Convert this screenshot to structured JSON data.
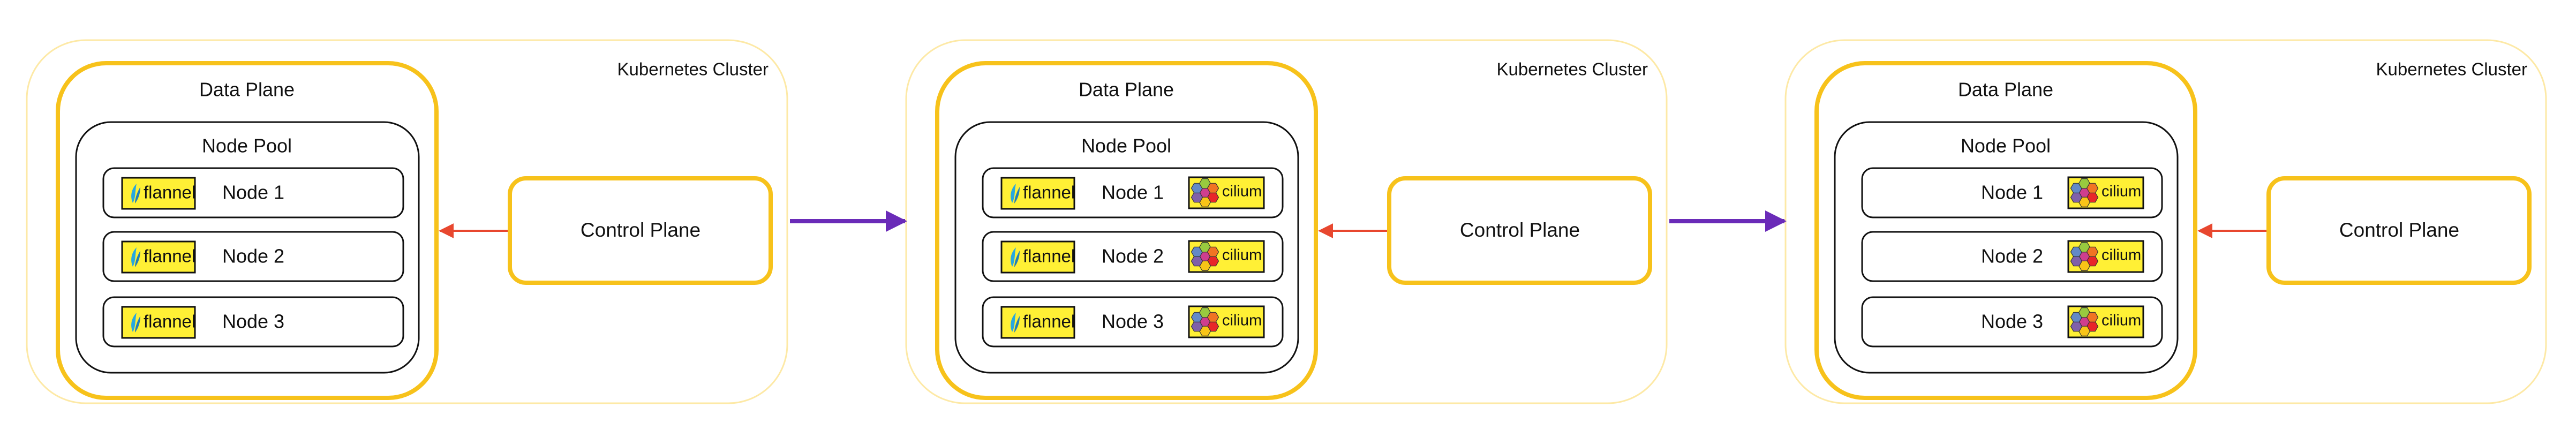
{
  "clusters": [
    {
      "label": "Kubernetes Cluster",
      "data_plane": "Data Plane",
      "node_pool": "Node Pool",
      "control_plane": "Control Plane",
      "nodes": [
        {
          "name": "Node 1",
          "cni": [
            "flannel"
          ]
        },
        {
          "name": "Node 2",
          "cni": [
            "flannel"
          ]
        },
        {
          "name": "Node 3",
          "cni": [
            "flannel"
          ]
        }
      ]
    },
    {
      "label": "Kubernetes Cluster",
      "data_plane": "Data Plane",
      "node_pool": "Node Pool",
      "control_plane": "Control Plane",
      "nodes": [
        {
          "name": "Node 1",
          "cni": [
            "flannel",
            "cilium"
          ]
        },
        {
          "name": "Node 2",
          "cni": [
            "flannel",
            "cilium"
          ]
        },
        {
          "name": "Node 3",
          "cni": [
            "flannel",
            "cilium"
          ]
        }
      ]
    },
    {
      "label": "Kubernetes Cluster",
      "data_plane": "Data Plane",
      "node_pool": "Node Pool",
      "control_plane": "Control Plane",
      "nodes": [
        {
          "name": "Node 1",
          "cni": [
            "cilium"
          ]
        },
        {
          "name": "Node 2",
          "cni": [
            "cilium"
          ]
        },
        {
          "name": "Node 3",
          "cni": [
            "cilium"
          ]
        }
      ]
    }
  ],
  "badges": {
    "flannel": "flannel",
    "cilium": "cilium"
  },
  "colors": {
    "cluster_border": "#fde9a6",
    "plane_border": "#f7c21b",
    "badge_fill": "#fff035",
    "arrow_control": "#e8472f",
    "arrow_migration": "#6a2bb8",
    "box_border": "#111111"
  },
  "icons": {
    "flannel": "flannel-leaf-icon",
    "cilium": "cilium-flower-icon",
    "migration": "arrow-right-icon",
    "control": "arrow-left-icon"
  }
}
